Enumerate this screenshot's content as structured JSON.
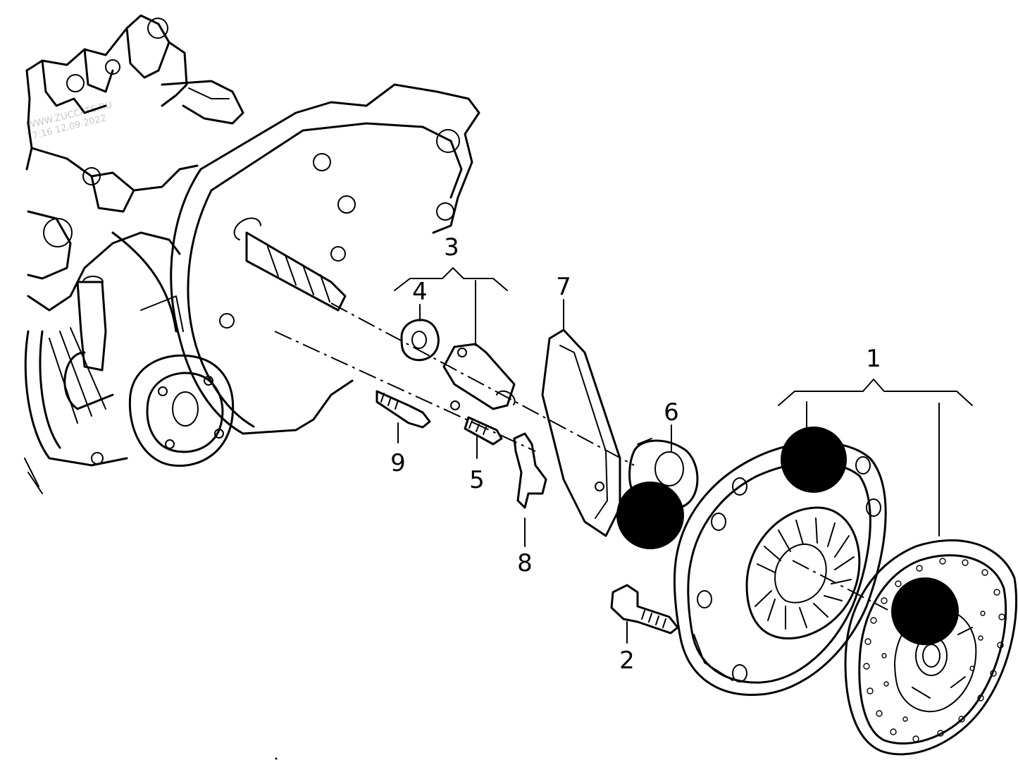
{
  "watermark": {
    "line1": "WWW.ZUCCATS.RU",
    "line2": "17:16 12.09.2022"
  },
  "callouts": [
    "1",
    "2",
    "3",
    "4",
    "5",
    "6",
    "7",
    "8",
    "9"
  ],
  "markers": {
    "color": "#000000",
    "count": 3
  }
}
